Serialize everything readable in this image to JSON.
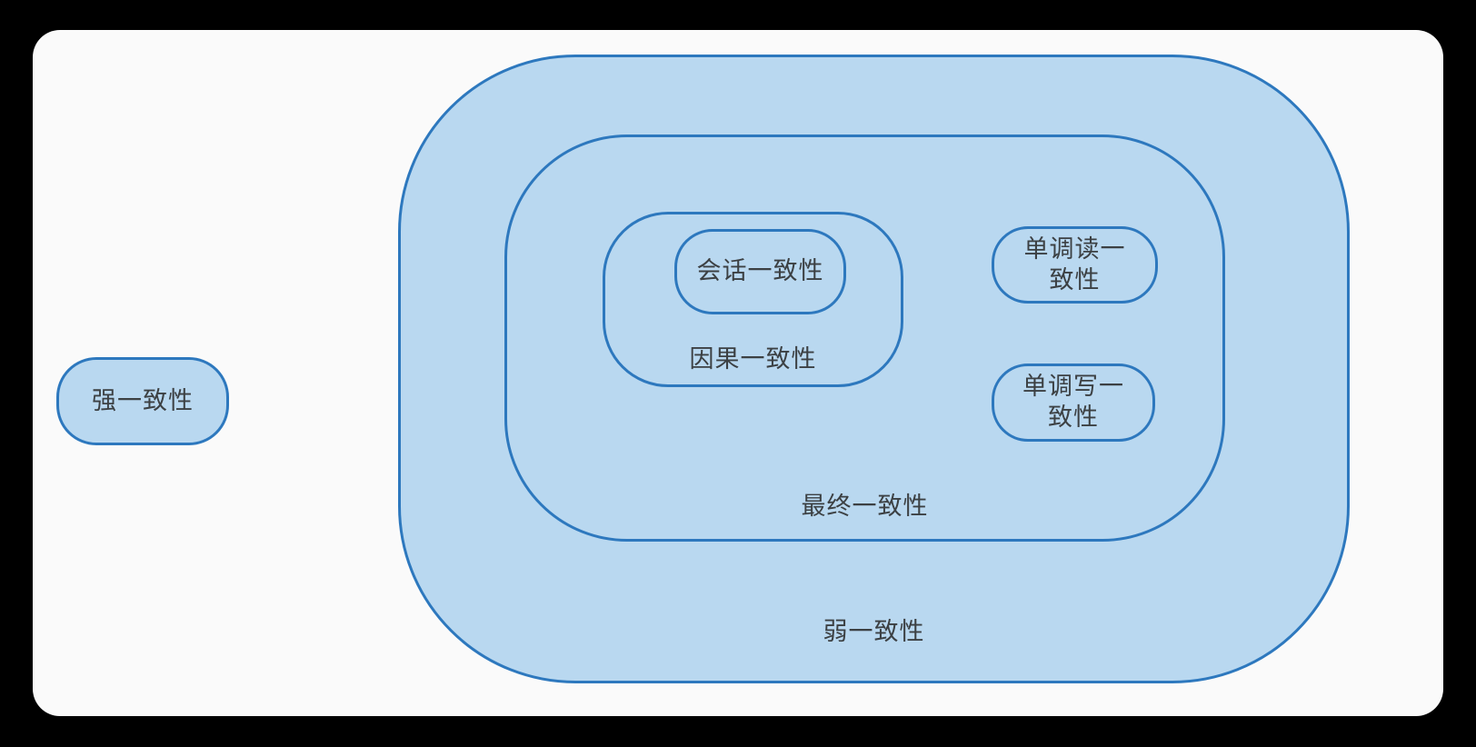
{
  "diagram_title": "consistency-models",
  "colors": {
    "page_background": "#000000",
    "canvas_background": "#fafafa",
    "node_fill": "#b9d8f0",
    "node_border": "#2d78be",
    "text": "#3c4043"
  },
  "nodes": {
    "strong": {
      "label": "强一致性"
    },
    "weak": {
      "label": "弱一致性"
    },
    "eventual": {
      "label": "最终一致性"
    },
    "causal": {
      "label": "因果一致性"
    },
    "session": {
      "label": "会话一致性"
    },
    "monotonic_read": {
      "label": "单调读一致性"
    },
    "monotonic_write": {
      "label": "单调写一致性"
    }
  },
  "hierarchy": {
    "weak": {
      "contains": [
        "eventual"
      ],
      "eventual_contains": [
        "causal",
        "monotonic_read",
        "monotonic_write"
      ],
      "causal_contains": [
        "session"
      ]
    },
    "standalone": [
      "strong"
    ]
  }
}
